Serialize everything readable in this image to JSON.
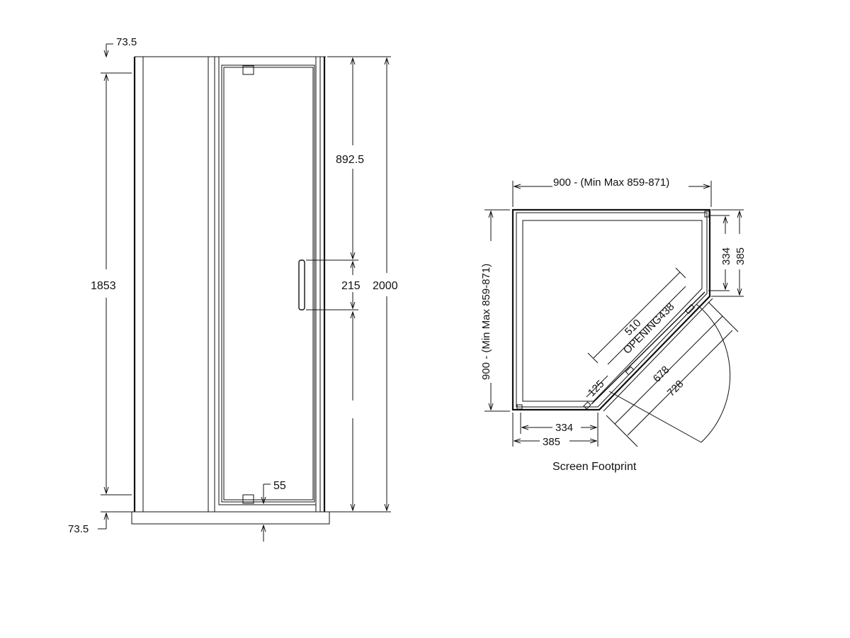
{
  "colors": {
    "line": "#111111",
    "background": "#ffffff"
  },
  "elevation": {
    "dim_top_offset": "73.5",
    "dim_bottom_offset": "73.5",
    "dim_panel_height": "1853",
    "dim_upper_to_handle": "892.5",
    "dim_handle": "215",
    "dim_total_height": "2000",
    "dim_hinge_bottom": "55"
  },
  "footprint": {
    "dim_width": "900 - (Min Max 859-871)",
    "dim_depth": "900 - (Min Max 859-871)",
    "dim_side_334": "334",
    "dim_side_385": "385",
    "dim_bottom_334": "334",
    "dim_bottom_385": "385",
    "dim_510": "510",
    "dim_opening": "OPENING438",
    "dim_125": "125",
    "dim_678": "678",
    "dim_728": "728",
    "caption": "Screen Footprint"
  }
}
